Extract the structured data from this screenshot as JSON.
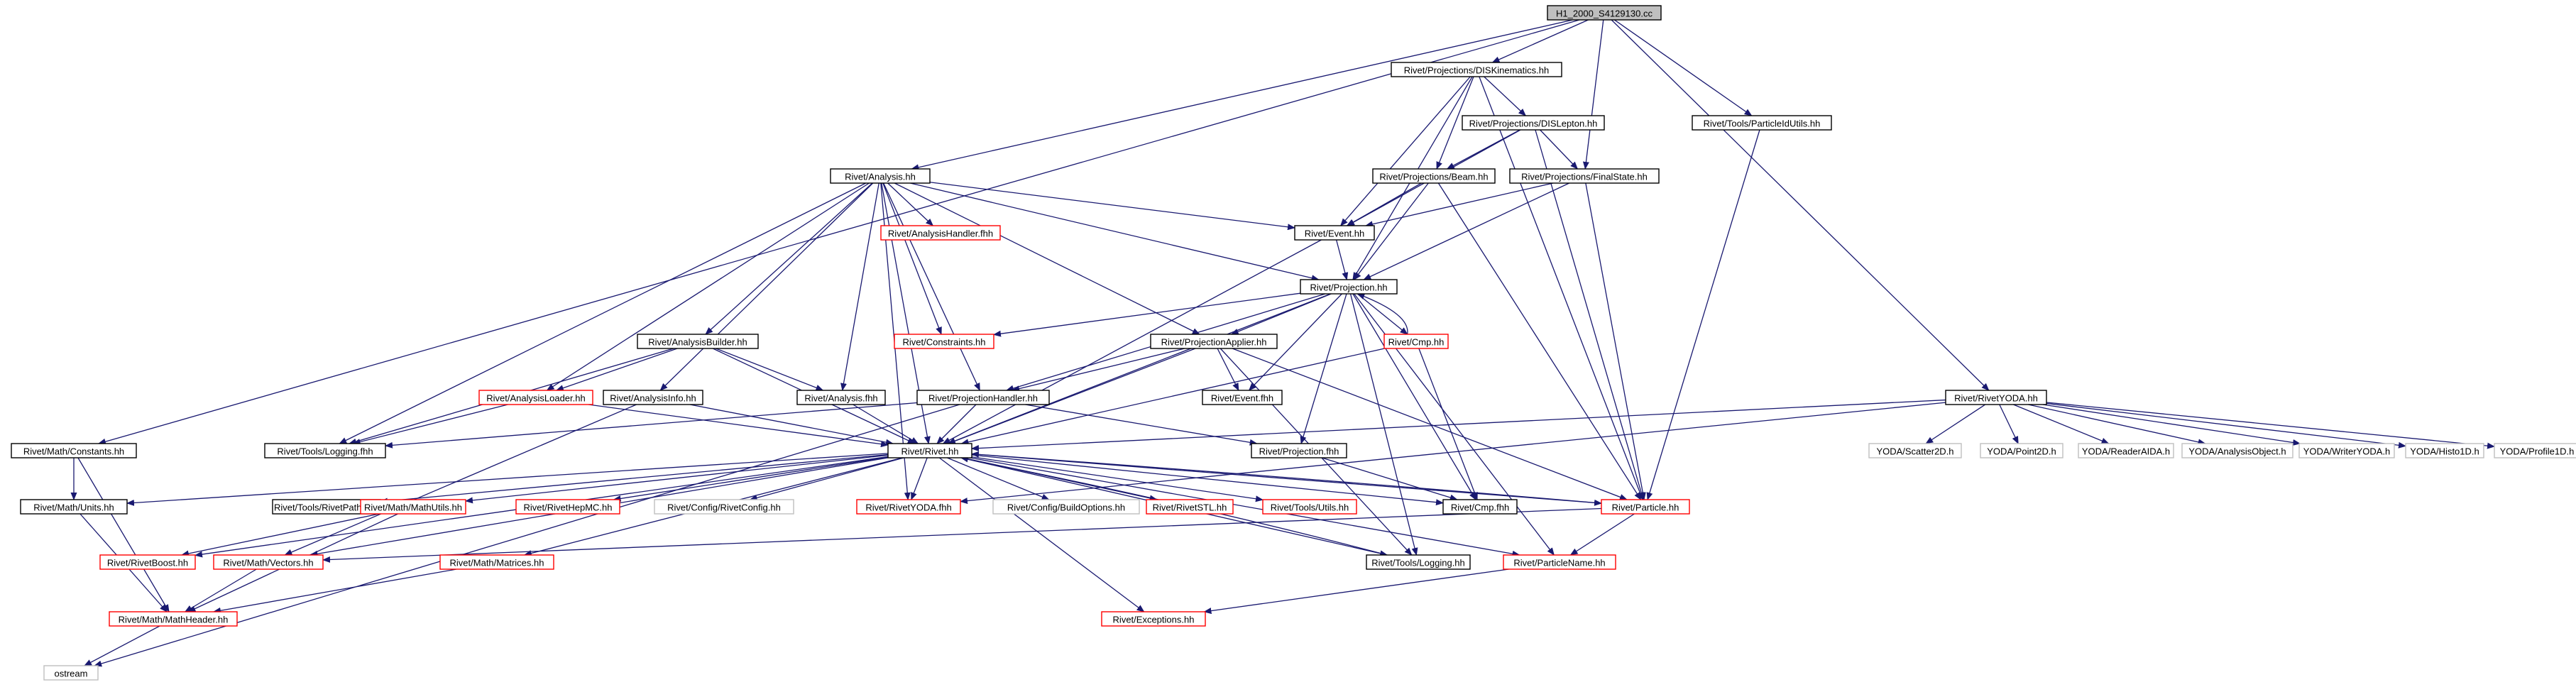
{
  "colors": {
    "edge": "#191970",
    "border_default": "#000000",
    "border_incomplete": "#ff0000",
    "border_external": "#bfbfbf",
    "fill_root": "#bfbfbf",
    "fill_default": "#ffffff"
  },
  "nodes": [
    {
      "id": "root",
      "label": "H1_2000_S4129130.cc",
      "kind": "root"
    },
    {
      "id": "disk",
      "label": "Rivet/Projections/DISKinematics.hh",
      "kind": "default"
    },
    {
      "id": "pidu",
      "label": "Rivet/Tools/ParticleIdUtils.hh",
      "kind": "default"
    },
    {
      "id": "dislep",
      "label": "Rivet/Projections/DISLepton.hh",
      "kind": "default"
    },
    {
      "id": "analysis",
      "label": "Rivet/Analysis.hh",
      "kind": "default"
    },
    {
      "id": "beam",
      "label": "Rivet/Projections/Beam.hh",
      "kind": "default"
    },
    {
      "id": "fs",
      "label": "Rivet/Projections/FinalState.hh",
      "kind": "default"
    },
    {
      "id": "ahfhh",
      "label": "Rivet/AnalysisHandler.fhh",
      "kind": "incomplete"
    },
    {
      "id": "event",
      "label": "Rivet/Event.hh",
      "kind": "default"
    },
    {
      "id": "projection",
      "label": "Rivet/Projection.hh",
      "kind": "default"
    },
    {
      "id": "constraints",
      "label": "Rivet/Constraints.hh",
      "kind": "incomplete"
    },
    {
      "id": "cmphh",
      "label": "Rivet/Cmp.hh",
      "kind": "incomplete"
    },
    {
      "id": "abuilder",
      "label": "Rivet/AnalysisBuilder.hh",
      "kind": "default"
    },
    {
      "id": "papplier",
      "label": "Rivet/ProjectionApplier.hh",
      "kind": "default"
    },
    {
      "id": "aloader",
      "label": "Rivet/AnalysisLoader.hh",
      "kind": "incomplete"
    },
    {
      "id": "ainfo",
      "label": "Rivet/AnalysisInfo.hh",
      "kind": "default"
    },
    {
      "id": "afhh",
      "label": "Rivet/Analysis.fhh",
      "kind": "default"
    },
    {
      "id": "phandler",
      "label": "Rivet/ProjectionHandler.hh",
      "kind": "default"
    },
    {
      "id": "efhh",
      "label": "Rivet/Event.fhh",
      "kind": "default"
    },
    {
      "id": "rivetyoda",
      "label": "Rivet/RivetYODA.hh",
      "kind": "default"
    },
    {
      "id": "mconst",
      "label": "Rivet/Math/Constants.hh",
      "kind": "default"
    },
    {
      "id": "tlogfhh",
      "label": "Rivet/Tools/Logging.fhh",
      "kind": "default"
    },
    {
      "id": "pfhh",
      "label": "Rivet/Projection.fhh",
      "kind": "default"
    },
    {
      "id": "rivethh",
      "label": "Rivet/Rivet.hh",
      "kind": "default"
    },
    {
      "id": "ys2d",
      "label": "YODA/Scatter2D.h",
      "kind": "external"
    },
    {
      "id": "yp2d",
      "label": "YODA/Point2D.h",
      "kind": "external"
    },
    {
      "id": "yraida",
      "label": "YODA/ReaderAIDA.h",
      "kind": "external"
    },
    {
      "id": "yao",
      "label": "YODA/AnalysisObject.h",
      "kind": "external"
    },
    {
      "id": "ywyoda",
      "label": "YODA/WriterYODA.h",
      "kind": "external"
    },
    {
      "id": "yh1d",
      "label": "YODA/Histo1D.h",
      "kind": "external"
    },
    {
      "id": "yp1d",
      "label": "YODA/Profile1D.h",
      "kind": "external"
    },
    {
      "id": "munits",
      "label": "Rivet/Math/Units.hh",
      "kind": "default"
    },
    {
      "id": "trp",
      "label": "Rivet/Tools/RivetPaths.hh",
      "kind": "default"
    },
    {
      "id": "mmu",
      "label": "Rivet/Math/MathUtils.hh",
      "kind": "incomplete"
    },
    {
      "id": "rhepmc",
      "label": "Rivet/RivetHepMC.hh",
      "kind": "incomplete"
    },
    {
      "id": "crc",
      "label": "Rivet/Config/RivetConfig.hh",
      "kind": "external"
    },
    {
      "id": "ryfhh",
      "label": "Rivet/RivetYODA.fhh",
      "kind": "incomplete"
    },
    {
      "id": "cbo",
      "label": "Rivet/Config/BuildOptions.hh",
      "kind": "external"
    },
    {
      "id": "rstl",
      "label": "Rivet/RivetSTL.hh",
      "kind": "incomplete"
    },
    {
      "id": "tutils",
      "label": "Rivet/Tools/Utils.hh",
      "kind": "incomplete"
    },
    {
      "id": "cmpfhh",
      "label": "Rivet/Cmp.fhh",
      "kind": "default"
    },
    {
      "id": "particle",
      "label": "Rivet/Particle.hh",
      "kind": "incomplete"
    },
    {
      "id": "rboost",
      "label": "Rivet/RivetBoost.hh",
      "kind": "incomplete"
    },
    {
      "id": "mvec",
      "label": "Rivet/Math/Vectors.hh",
      "kind": "incomplete"
    },
    {
      "id": "mmat",
      "label": "Rivet/Math/Matrices.hh",
      "kind": "incomplete"
    },
    {
      "id": "tlog",
      "label": "Rivet/Tools/Logging.hh",
      "kind": "default"
    },
    {
      "id": "pname",
      "label": "Rivet/ParticleName.hh",
      "kind": "incomplete"
    },
    {
      "id": "mheader",
      "label": "Rivet/Math/MathHeader.hh",
      "kind": "incomplete"
    },
    {
      "id": "exc",
      "label": "Rivet/Exceptions.hh",
      "kind": "incomplete"
    },
    {
      "id": "ostream",
      "label": "ostream",
      "kind": "external"
    }
  ],
  "edges": [
    [
      "root",
      "disk"
    ],
    [
      "root",
      "pidu"
    ],
    [
      "root",
      "analysis"
    ],
    [
      "root",
      "fs"
    ],
    [
      "root",
      "mconst"
    ],
    [
      "root",
      "rivetyoda"
    ],
    [
      "disk",
      "dislep"
    ],
    [
      "disk",
      "beam"
    ],
    [
      "disk",
      "event"
    ],
    [
      "disk",
      "projection"
    ],
    [
      "disk",
      "particle"
    ],
    [
      "dislep",
      "beam"
    ],
    [
      "dislep",
      "fs"
    ],
    [
      "dislep",
      "event"
    ],
    [
      "dislep",
      "particle"
    ],
    [
      "pidu",
      "particle"
    ],
    [
      "beam",
      "event"
    ],
    [
      "beam",
      "projection"
    ],
    [
      "beam",
      "particle"
    ],
    [
      "fs",
      "event"
    ],
    [
      "fs",
      "projection"
    ],
    [
      "fs",
      "particle"
    ],
    [
      "analysis",
      "ahfhh"
    ],
    [
      "analysis",
      "event"
    ],
    [
      "analysis",
      "projection"
    ],
    [
      "analysis",
      "constraints"
    ],
    [
      "analysis",
      "abuilder"
    ],
    [
      "analysis",
      "papplier"
    ],
    [
      "analysis",
      "aloader"
    ],
    [
      "analysis",
      "ainfo"
    ],
    [
      "analysis",
      "afhh"
    ],
    [
      "analysis",
      "phandler"
    ],
    [
      "analysis",
      "tlogfhh"
    ],
    [
      "analysis",
      "rivethh"
    ],
    [
      "analysis",
      "ryfhh"
    ],
    [
      "event",
      "projection"
    ],
    [
      "event",
      "rivethh"
    ],
    [
      "projection",
      "constraints"
    ],
    [
      "projection",
      "cmphh"
    ],
    [
      "projection",
      "papplier"
    ],
    [
      "projection",
      "phandler"
    ],
    [
      "projection",
      "efhh"
    ],
    [
      "projection",
      "pfhh"
    ],
    [
      "projection",
      "rivethh"
    ],
    [
      "projection",
      "cmpfhh"
    ],
    [
      "projection",
      "tlog"
    ],
    [
      "projection",
      "pname"
    ],
    [
      "cmphh",
      "projection"
    ],
    [
      "cmphh",
      "rivethh"
    ],
    [
      "cmphh",
      "cmpfhh"
    ],
    [
      "abuilder",
      "aloader"
    ],
    [
      "abuilder",
      "afhh"
    ],
    [
      "abuilder",
      "tlogfhh"
    ],
    [
      "abuilder",
      "rivethh"
    ],
    [
      "papplier",
      "phandler"
    ],
    [
      "papplier",
      "efhh"
    ],
    [
      "papplier",
      "rivethh"
    ],
    [
      "papplier",
      "particle"
    ],
    [
      "papplier",
      "tlog"
    ],
    [
      "aloader",
      "tlogfhh"
    ],
    [
      "aloader",
      "rivethh"
    ],
    [
      "ainfo",
      "rivethh"
    ],
    [
      "ainfo",
      "mvec"
    ],
    [
      "afhh",
      "rivethh"
    ],
    [
      "phandler",
      "pfhh"
    ],
    [
      "phandler",
      "rivethh"
    ],
    [
      "phandler",
      "tlogfhh"
    ],
    [
      "phandler",
      "ostream"
    ],
    [
      "pfhh",
      "cmpfhh"
    ],
    [
      "rivetyoda",
      "rivethh"
    ],
    [
      "rivetyoda",
      "ryfhh"
    ],
    [
      "rivetyoda",
      "ys2d"
    ],
    [
      "rivetyoda",
      "yp2d"
    ],
    [
      "rivetyoda",
      "yraida"
    ],
    [
      "rivetyoda",
      "yao"
    ],
    [
      "rivetyoda",
      "ywyoda"
    ],
    [
      "rivetyoda",
      "yh1d"
    ],
    [
      "rivetyoda",
      "yp1d"
    ],
    [
      "mconst",
      "munits"
    ],
    [
      "mconst",
      "mheader"
    ],
    [
      "rivethh",
      "munits"
    ],
    [
      "rivethh",
      "trp"
    ],
    [
      "rivethh",
      "mmu"
    ],
    [
      "rivethh",
      "rhepmc"
    ],
    [
      "rivethh",
      "crc"
    ],
    [
      "rivethh",
      "ryfhh"
    ],
    [
      "rivethh",
      "cbo"
    ],
    [
      "rivethh",
      "rstl"
    ],
    [
      "rivethh",
      "tutils"
    ],
    [
      "rivethh",
      "cmpfhh"
    ],
    [
      "rivethh",
      "particle"
    ],
    [
      "rivethh",
      "rboost"
    ],
    [
      "rivethh",
      "mvec"
    ],
    [
      "rivethh",
      "mmat"
    ],
    [
      "rivethh",
      "tlog"
    ],
    [
      "rivethh",
      "exc"
    ],
    [
      "rivethh",
      "pname"
    ],
    [
      "particle",
      "rivethh"
    ],
    [
      "particle",
      "mvec"
    ],
    [
      "particle",
      "pname"
    ],
    [
      "mmu",
      "rboost"
    ],
    [
      "mmu",
      "mheader"
    ],
    [
      "mvec",
      "mheader"
    ],
    [
      "mmat",
      "mheader"
    ],
    [
      "munits",
      "mheader"
    ],
    [
      "pname",
      "exc"
    ],
    [
      "mheader",
      "ostream"
    ],
    [
      "tlog",
      "rivethh"
    ]
  ]
}
